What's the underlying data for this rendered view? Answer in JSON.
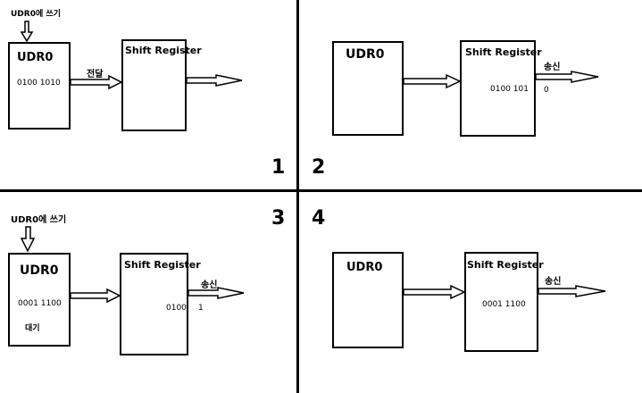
{
  "panels": {
    "p1": {
      "number": "1",
      "write_label": "UDR0에 쓰기",
      "udr0_title": "UDR0",
      "udr0_value": "0100 1010",
      "transfer_label": "전달",
      "shift_title": "Shift Register"
    },
    "p2": {
      "number": "2",
      "udr0_title": "UDR0",
      "shift_title": "Shift Register",
      "shift_value": "0100 101",
      "send_label": "송신",
      "sent_bit": "0"
    },
    "p3": {
      "number": "3",
      "write_label": "UDR0에 쓰기",
      "udr0_title": "UDR0",
      "udr0_value": "0001 1100",
      "wait_label": "대기",
      "shift_title": "Shift Register",
      "shift_value": "0100",
      "send_label": "송신",
      "sent_bit": "1"
    },
    "p4": {
      "number": "4",
      "udr0_title": "UDR0",
      "shift_title": "Shift Register",
      "shift_value": "0001 1100",
      "send_label": "송신"
    }
  }
}
